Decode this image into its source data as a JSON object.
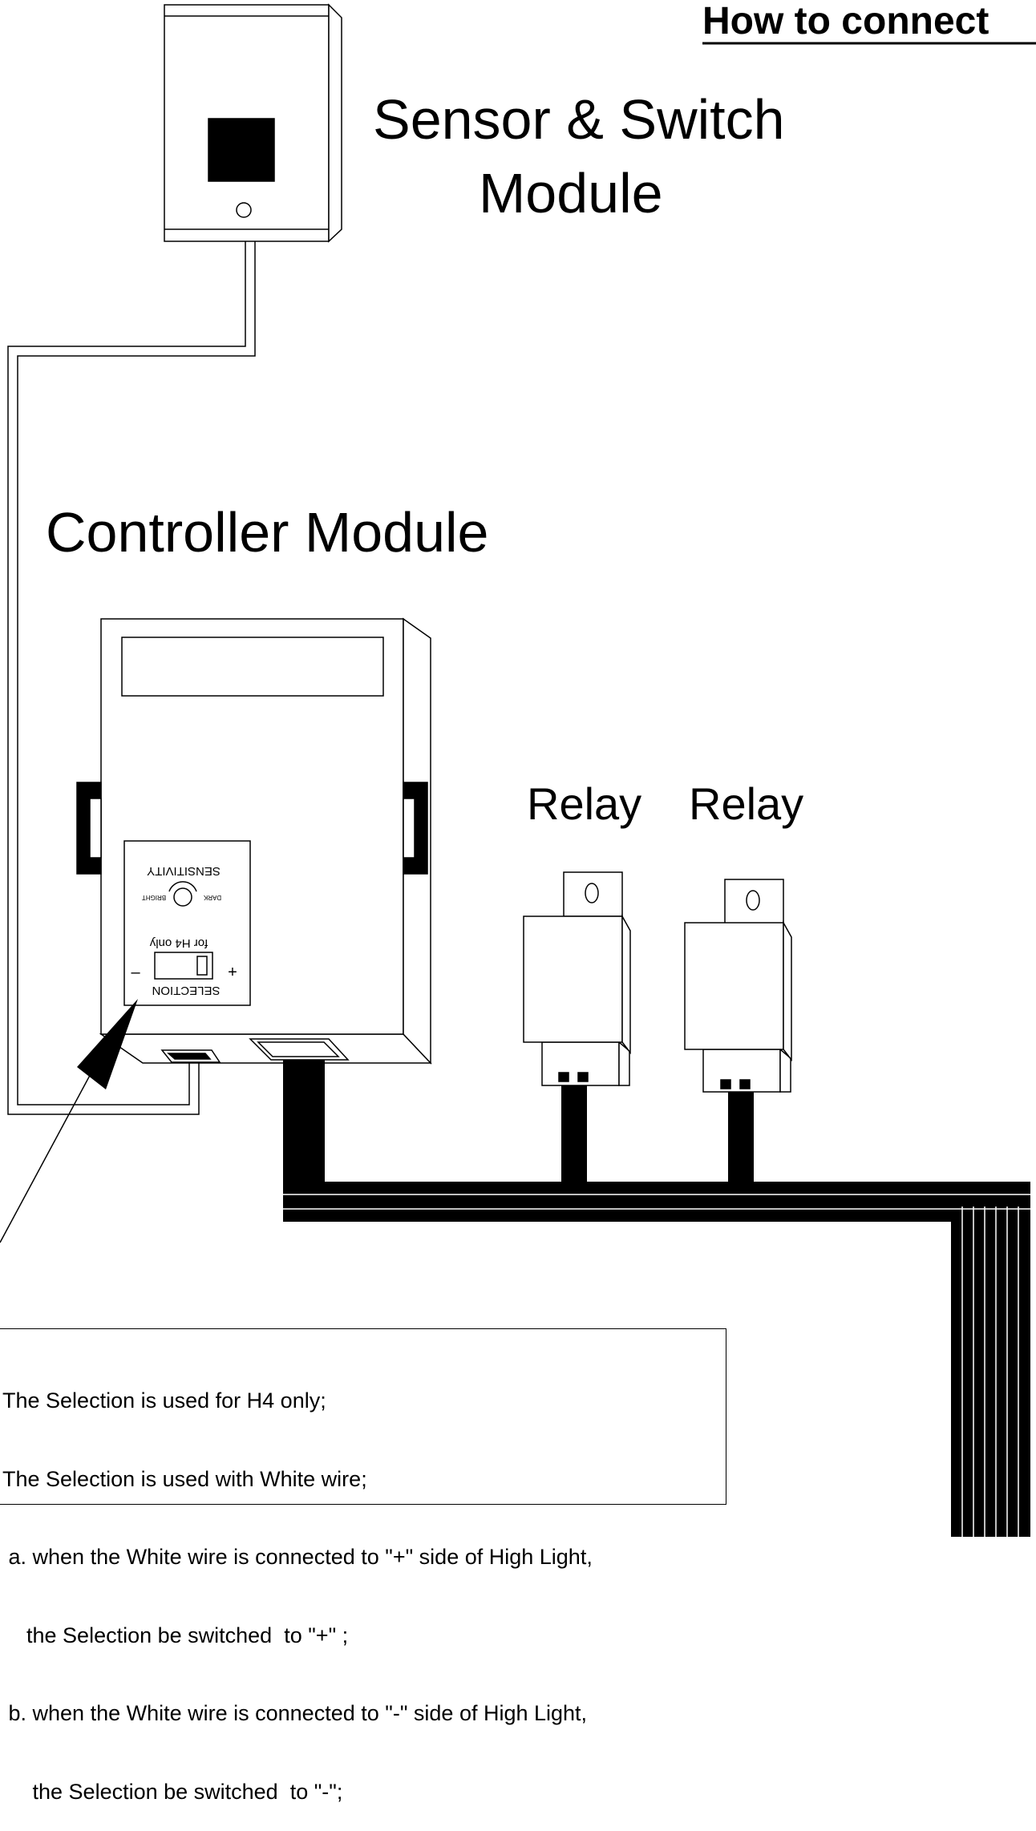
{
  "page_title": "How to connect",
  "labels": {
    "sensor_module_line1": "Sensor & Switch",
    "sensor_module_line2": "Module",
    "controller_module": "Controller Module",
    "relay_left": "Relay",
    "relay_right": "Relay"
  },
  "control_panel": {
    "sensitivity": "SENSITIVITY",
    "dark": "DARK",
    "bright": "BRIGHT",
    "for_h4": "for H4 only",
    "selection": "SELECTION",
    "minus": "–",
    "plus": "+"
  },
  "notes": [
    "The Selection is used for H4 only;",
    "The Selection is used with White wire;",
    " a. when the White wire is connected to \"+\" side of High Light,",
    "    the Selection be switched  to \"+\" ;",
    " b. when the White wire is connected to \"-\" side of High Light,",
    "     the Selection be switched  to \"-\";"
  ]
}
